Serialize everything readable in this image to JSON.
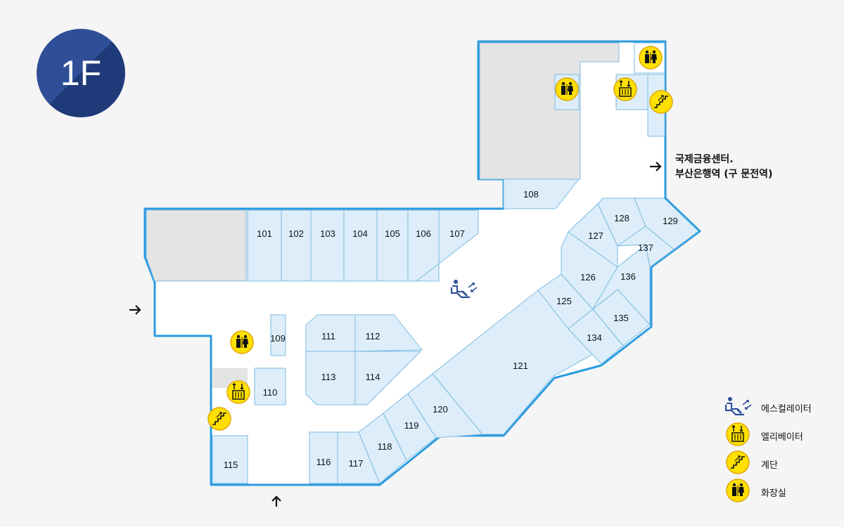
{
  "floor_badge": "1F",
  "exit_label": {
    "line1": "국제금융센터.",
    "line2": "부산은행역 (구 문전역)"
  },
  "colors": {
    "wall": "#2b9be0",
    "store_fill": "#ddeefa",
    "store_border": "#7dbbe0",
    "gray_area": "#e4e4e4",
    "corridor": "#ffffff",
    "amenity_yellow": "#ffe000",
    "badge_blue": "#2e4f98"
  },
  "units": [
    "101",
    "102",
    "103",
    "104",
    "105",
    "106",
    "107",
    "108",
    "109",
    "110",
    "111",
    "112",
    "113",
    "114",
    "115",
    "116",
    "117",
    "118",
    "119",
    "120",
    "121",
    "125",
    "126",
    "127",
    "128",
    "129",
    "134",
    "135",
    "136",
    "137"
  ],
  "legend": [
    {
      "icon": "escalator-icon",
      "label": "에스컬레이터"
    },
    {
      "icon": "elevator-icon",
      "label": "엘리베이터"
    },
    {
      "icon": "stairs-icon",
      "label": "계단"
    },
    {
      "icon": "restroom-icon",
      "label": "화장실"
    }
  ]
}
